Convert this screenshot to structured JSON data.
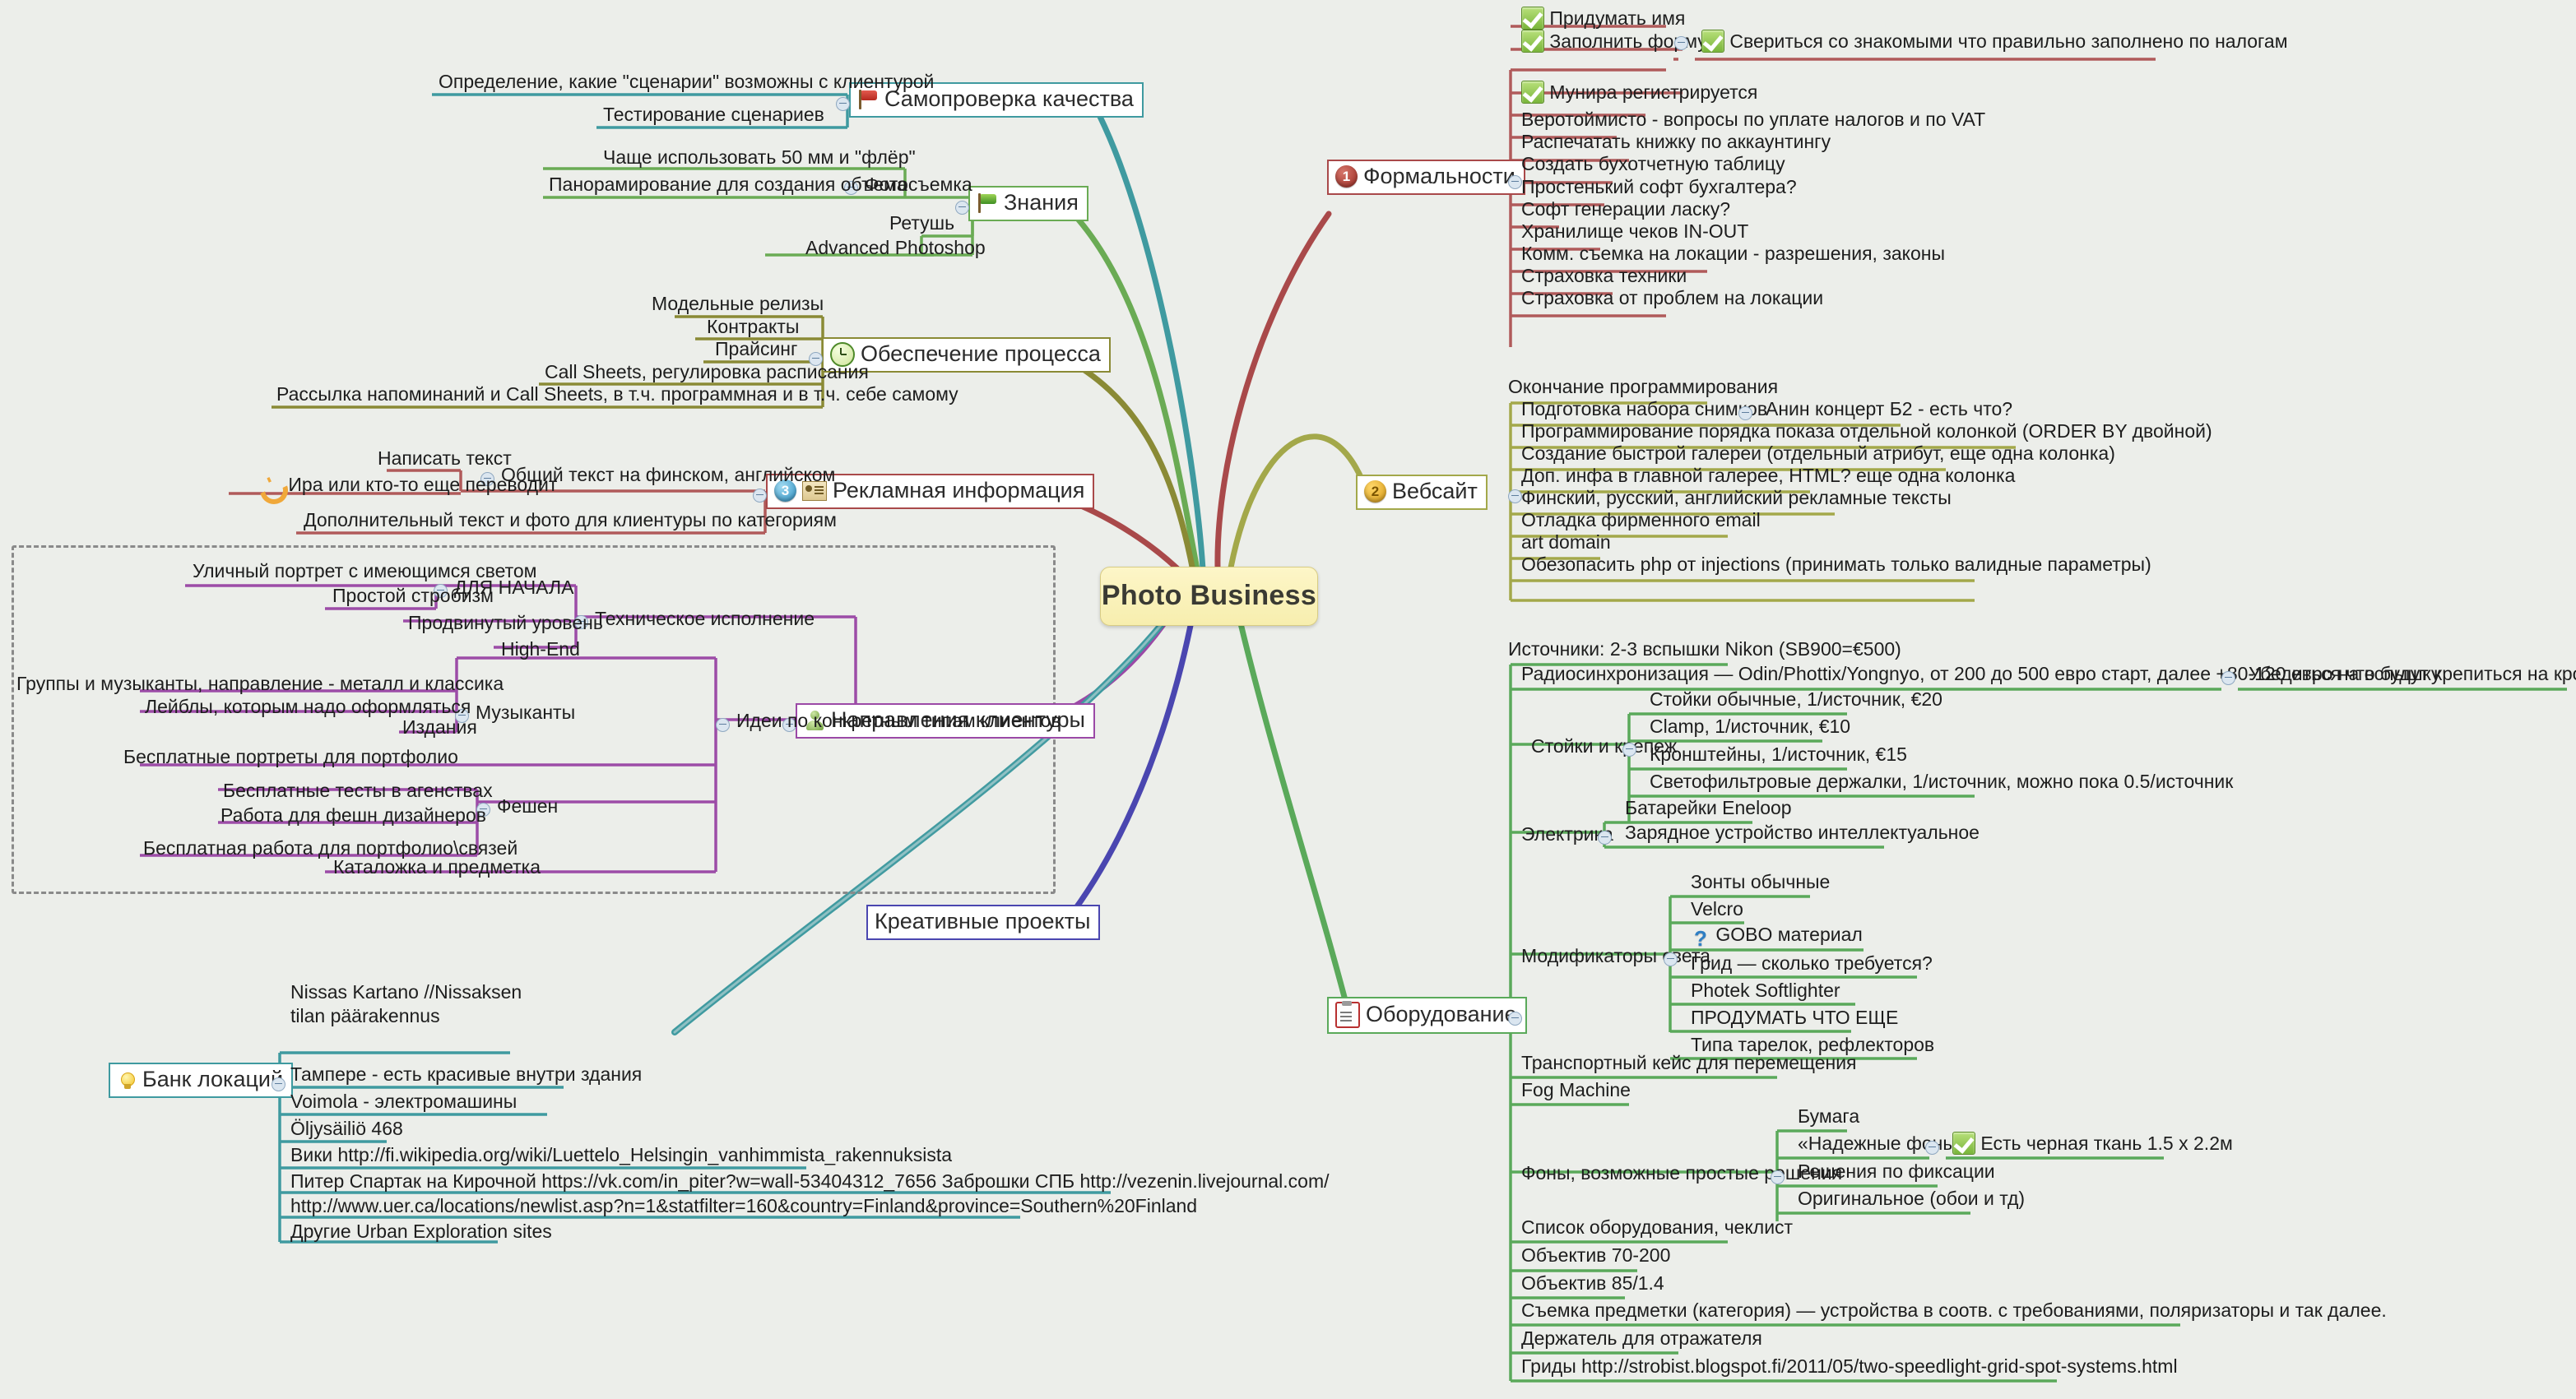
{
  "central": {
    "title": "Photo Business"
  },
  "colors": {
    "background": "#eceeea",
    "central_fill": "#f9efb5",
    "formalities": "#a94442",
    "website": "#a3a84a",
    "equipment": "#5aa95a",
    "quality": "#3f9aa0",
    "knowledge": "#5aa95a",
    "process": "#8a8a35",
    "ad_info": "#a94442",
    "clients": "#9b49a6",
    "creative": "#4a46b0",
    "locations": "#3f9aa0"
  },
  "branches": {
    "formalities": {
      "label": "Формальности",
      "icon": "number-1-badge",
      "items": [
        {
          "text": "Придумать имя",
          "icon": "check-icon"
        },
        {
          "text": "Заполнить форму 3",
          "icon": "check-icon",
          "collapser": true,
          "child": {
            "text": "Свериться со знакомыми что правильно заполнено по налогам",
            "icon": "check-icon"
          }
        },
        {
          "text": "Мунира регистрируется",
          "icon": "check-icon"
        },
        {
          "text": "Веротоймисто - вопросы по уплате налогов и по VAT"
        },
        {
          "text": "Распечатать книжку по аккаунтингу"
        },
        {
          "text": "Создать бухотчетную таблицу"
        },
        {
          "text": "Простенький софт бухгалтера?"
        },
        {
          "text": "Софт генерации ласку?"
        },
        {
          "text": "Хранилище чеков IN-OUT"
        },
        {
          "text": "Комм. съемка на локации - разрешения, законы"
        },
        {
          "text": "Страховка техники"
        },
        {
          "text": "Страховка от проблем на локации"
        }
      ]
    },
    "website": {
      "label": "Вебсайт",
      "icon": "number-2-badge",
      "items": [
        {
          "text": "Окончание программирования"
        },
        {
          "text": "Подготовка набора снимков",
          "collapser": true,
          "child": {
            "text": "Анин концерт Б2 - есть что?"
          }
        },
        {
          "text": "Программирование порядка показа отдельной колонкой (ORDER BY двойной)"
        },
        {
          "text": "Создание быстрой галереи (отдельный атрибут, еще одна колонка)"
        },
        {
          "text": "Доп. инфа в главной галерее, HTML? еще одна колонка"
        },
        {
          "text": "Финский, русский, английский рекламные тексты"
        },
        {
          "text": "Отладка фирменного email"
        },
        {
          "text": "art domain"
        },
        {
          "text": "Обезопасить php от injections (принимать только валидные параметры)"
        }
      ]
    },
    "equipment": {
      "label": "Оборудование",
      "icon": "clipboard-icon",
      "items": [
        {
          "text": "Источники: 2-3 вспышки Nikon (SB900=€500)"
        },
        {
          "text": "Радиосинхронизация — Odin/Phottix/Yongnyo, от 200 до 500 евро старт, далее +80-120 евро на вспышку",
          "collapser": true,
          "child": {
            "text": "Убедиться что будут крепиться на кронштейны"
          }
        },
        {
          "text": "Стойки и крепеж",
          "collapser": true,
          "children": [
            {
              "text": "Стойки обычные, 1/источник, €20"
            },
            {
              "text": "Clamp, 1/источник, €10"
            },
            {
              "text": "Кронштейны, 1/источник, €15"
            },
            {
              "text": "Светофильтровые держалки, 1/источник, можно пока 0.5/источник"
            }
          ]
        },
        {
          "text": "Электрика",
          "collapser": true,
          "children": [
            {
              "text": "Батарейки Eneloop"
            },
            {
              "text": "Зарядное устройство интеллектуальное"
            }
          ]
        },
        {
          "text": "Модификаторы света",
          "collapser": true,
          "children": [
            {
              "text": "Зонты обычные"
            },
            {
              "text": "Velcro"
            },
            {
              "text": "GOBO материал",
              "icon": "question-icon"
            },
            {
              "text": "Грид — сколько требуется?"
            },
            {
              "text": "Photek Softlighter"
            },
            {
              "text": "ПРОДУМАТЬ ЧТО ЕЩЕ"
            },
            {
              "text": "Типа тарелок, рефлекторов"
            }
          ]
        },
        {
          "text": "Транспортный кейс для перемещения"
        },
        {
          "text": "Fog Machine"
        },
        {
          "text": "Фоны, возможные простые решения",
          "collapser": true,
          "children": [
            {
              "text": "Бумага"
            },
            {
              "text": "«Надежные фоны»",
              "collapser": true,
              "child": {
                "text": "Есть черная ткань 1.5 x 2.2м",
                "icon": "check-icon"
              }
            },
            {
              "text": "Решения по фиксации"
            },
            {
              "text": "Оригинальное (обои и тд)"
            }
          ]
        },
        {
          "text": "Список оборудования, чеклист"
        },
        {
          "text": "Объектив 70-200"
        },
        {
          "text": "Объектив 85/1.4"
        },
        {
          "text": "Съемка предметки (категория) — устройства в соотв. с требованиями, поляризаторы и так далее."
        },
        {
          "text": "Держатель для отражателя"
        },
        {
          "text": "Гриды http://strobist.blogspot.fi/2011/05/two-speedlight-grid-spot-systems.html"
        }
      ]
    },
    "quality": {
      "label": "Самопроверка качества",
      "icon": "red-flag-icon",
      "collapser": true,
      "items": [
        {
          "text": "Определение, какие \"сценарии\" возможны с клиентурой"
        },
        {
          "text": "Тестирование сценариев"
        }
      ]
    },
    "knowledge": {
      "label": "Знания",
      "icon": "green-flag-icon",
      "collapser": true,
      "items": [
        {
          "text": "Фотосъемка",
          "collapser": true,
          "children": [
            {
              "text": "Чаще использовать 50 мм и \"флёр\""
            },
            {
              "text": "Панорамирование для создания объема"
            }
          ]
        },
        {
          "text": "Ретушь"
        },
        {
          "text": "Advanced Photoshop"
        }
      ]
    },
    "process": {
      "label": "Обеспечение процесса",
      "icon": "clock-icon",
      "collapser": true,
      "items": [
        {
          "text": "Модельные релизы"
        },
        {
          "text": "Контракты"
        },
        {
          "text": "Прайсинг"
        },
        {
          "text": "Call Sheets, регулировка расписания"
        },
        {
          "text": "Рассылка напоминаний  и Call Sheets, в т.ч. программная и в т.ч. себе самому"
        }
      ]
    },
    "ad_info": {
      "label": "Рекламная информация",
      "icon": "number-3-badge",
      "icon2": "id-card-icon",
      "collapser": true,
      "items": [
        {
          "text": "Общий текст на финском, английском",
          "collapser": true,
          "children": [
            {
              "text": "Написать текст"
            },
            {
              "text": "Ира или кто-то еще переводит",
              "icon": "phone-icon"
            }
          ]
        },
        {
          "text": "Дополнительный текст  и фото для клиентуры по категориям"
        }
      ]
    },
    "clients": {
      "label": "Направления клиентуры",
      "icon": "person-icon",
      "collapser": true,
      "boundary": true,
      "items": [
        {
          "text": "Техническое исполнение",
          "collapser": true,
          "children": [
            {
              "text": "ДЛЯ НАЧАЛА",
              "collapser": true,
              "children": [
                {
                  "text": "Уличный портрет с имеющимся светом"
                },
                {
                  "text": "Простой стробизм"
                }
              ]
            },
            {
              "text": "Продвинутый уровень"
            },
            {
              "text": "High-End"
            }
          ]
        },
        {
          "text": "Идеи по конкретным типам клиентов",
          "collapser": true,
          "children": [
            {
              "text": "Музыканты",
              "collapser": true,
              "children": [
                {
                  "text": "Группы и музыканты, направление - металл и классика"
                },
                {
                  "text": "Лейблы, которым надо оформляться"
                },
                {
                  "text": "Издания"
                }
              ]
            },
            {
              "text": "Бесплатные портреты для портфолио"
            },
            {
              "text": "Фешен",
              "collapser": true,
              "children": [
                {
                  "text": "Бесплатные тесты в агенствах"
                },
                {
                  "text": "Работа для фешн дизайнеров"
                },
                {
                  "text": "Бесплатная работа для портфолио\\связей"
                }
              ]
            },
            {
              "text": "Каталожка и предметка"
            }
          ]
        }
      ]
    },
    "creative": {
      "label": "Креативные проекты",
      "items": []
    },
    "locations": {
      "label": "Банк локаций",
      "icon": "bulb-icon",
      "collapser": true,
      "items": [
        {
          "text": "Nissas Kartano //Nissaksen tilan päärakennus"
        },
        {
          "text": "Тампере - есть красивые внутри здания"
        },
        {
          "text": "Voimola - электромашины"
        },
        {
          "text": "Öljysäiliö 468"
        },
        {
          "text": "Вики http://fi.wikipedia.org/wiki/Luettelo_Helsingin_vanhimmista_rakennuksista"
        },
        {
          "text": "Питер Спартак на Кирочной https://vk.com/in_piter?w=wall-53404312_7656 Заброшки СПБ http://vezenin.livejournal.com/"
        },
        {
          "text": "http://www.uer.ca/locations/newlist.asp?n=1&statfilter=160&country=Finland&province=Southern%20Finland"
        },
        {
          "text": "Другие Urban Exploration sites"
        }
      ]
    }
  }
}
